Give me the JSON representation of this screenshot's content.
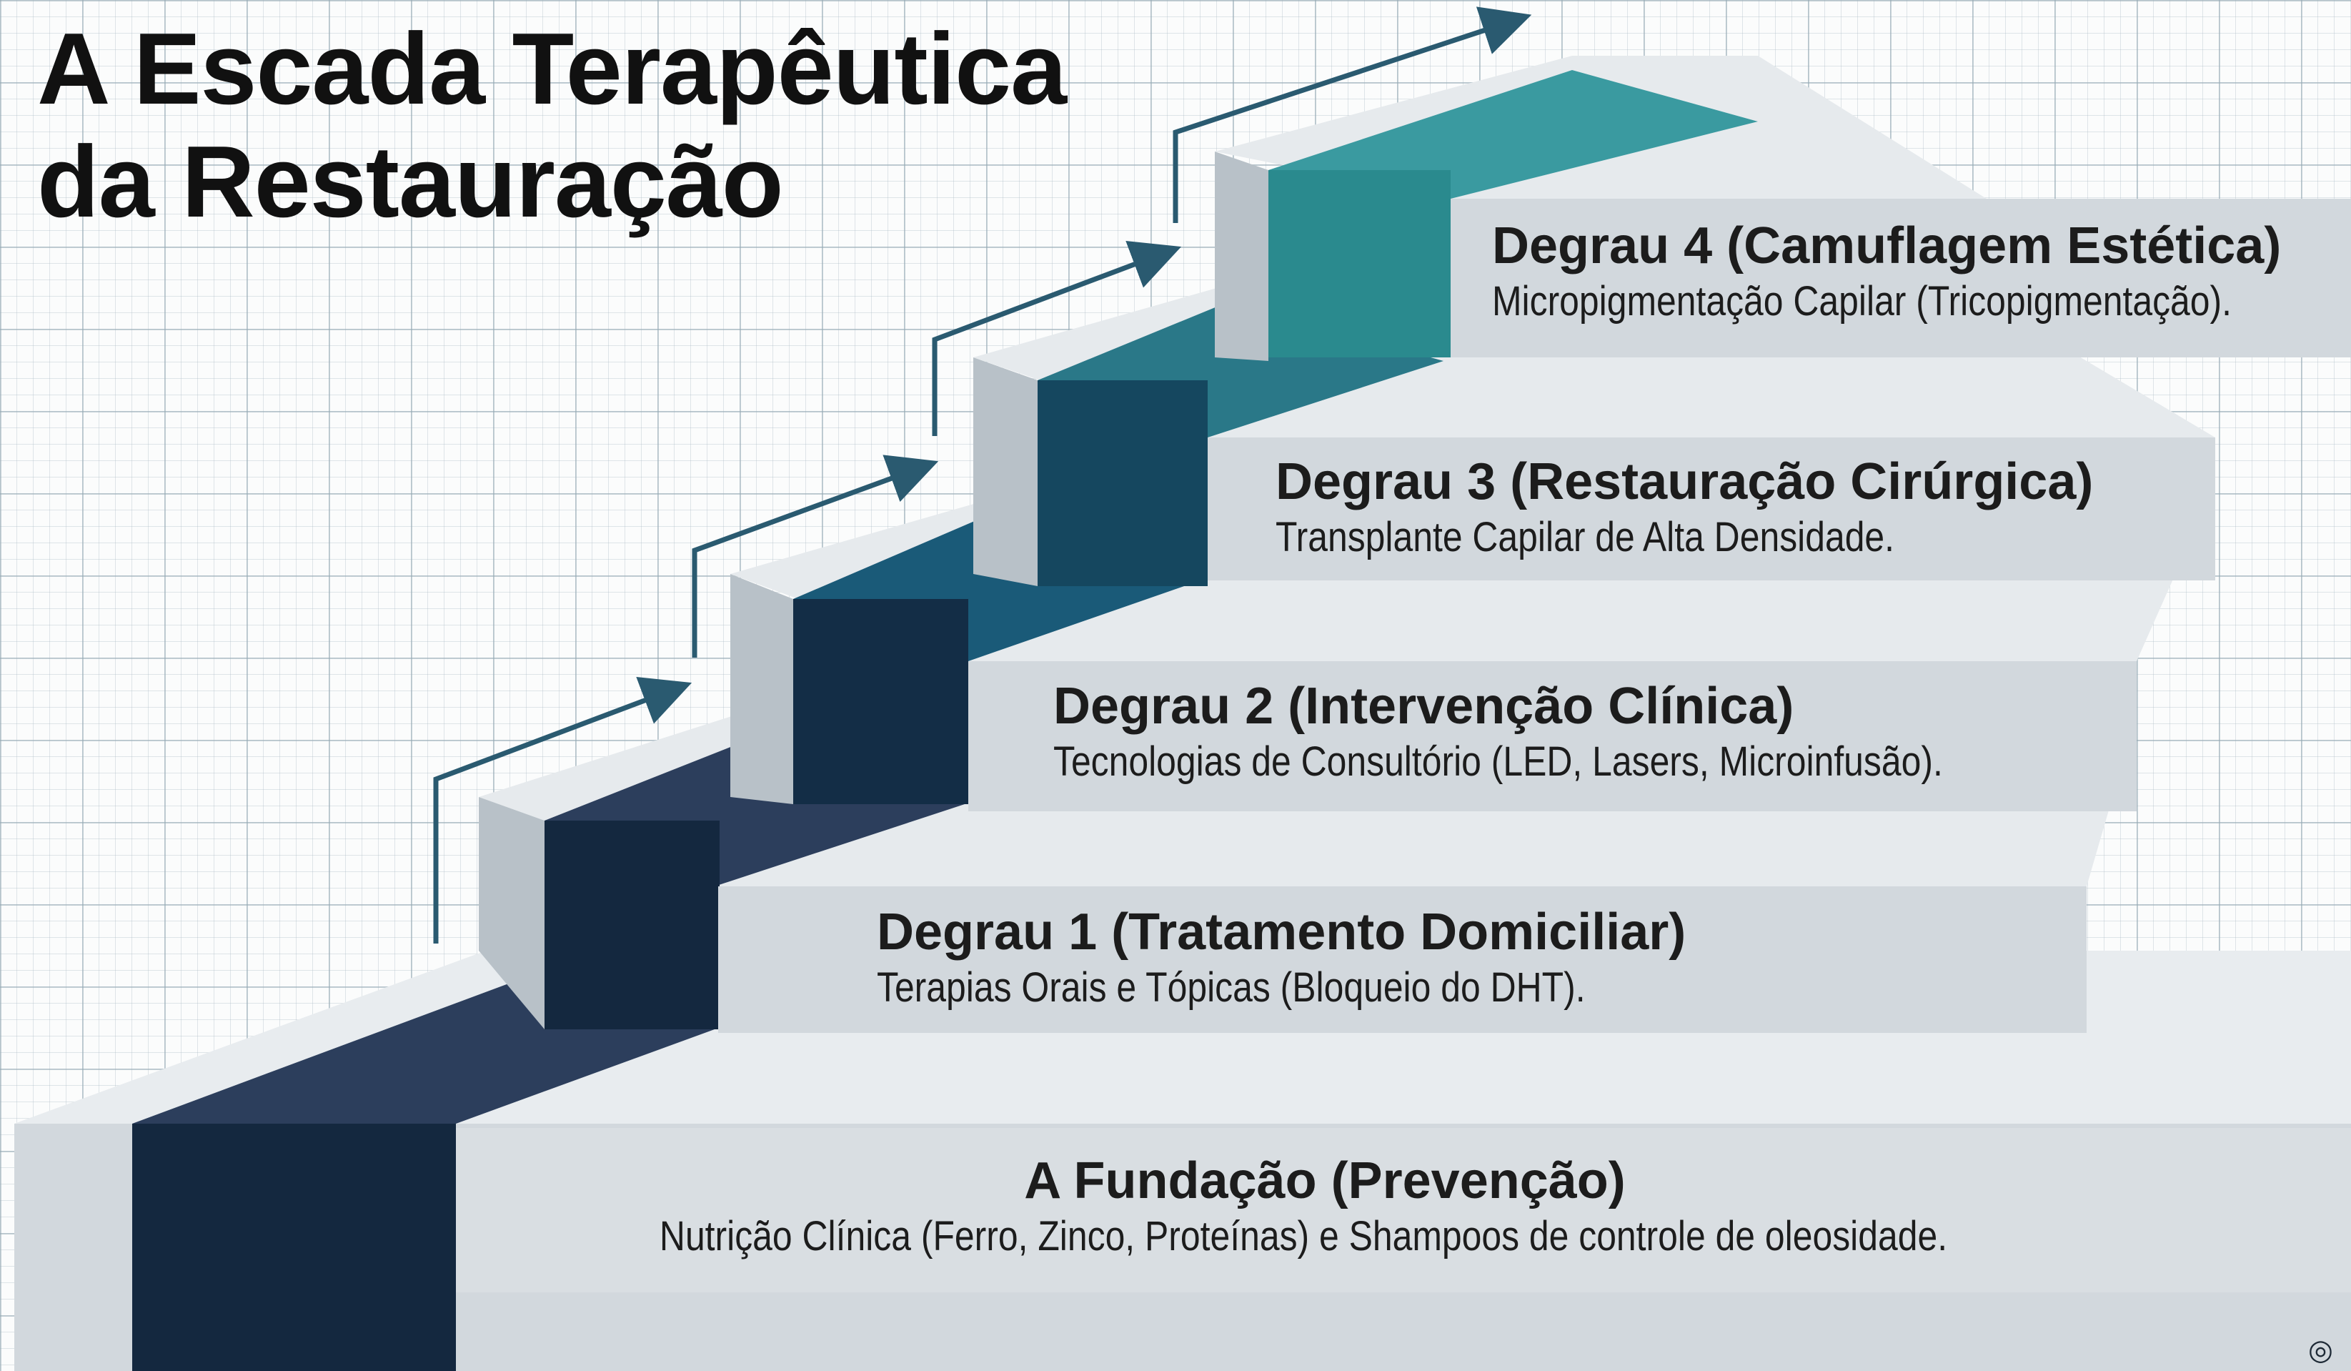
{
  "title": {
    "line1": "A Escada Terapêutica",
    "line2": "da Restauração"
  },
  "steps": [
    {
      "heading": "A Fundação (Prevenção)",
      "description": "Nutrição Clínica (Ferro, Zinco, Proteínas) e Shampoos de controle de oleosidade.",
      "color": "#14283f"
    },
    {
      "heading": "Degrau 1 (Tratamento Domiciliar)",
      "description": "Terapias Orais e Tópicas (Bloqueio do DHT).",
      "color": "#14283f"
    },
    {
      "heading": "Degrau 2 (Intervenção Clínica)",
      "description": "Tecnologias de Consultório (LED, Lasers, Microinfusão).",
      "color": "#133550"
    },
    {
      "heading": "Degrau 3 (Restauração Cirúrgica)",
      "description": "Transplante Capilar de Alta Densidade.",
      "color": "#15475f"
    },
    {
      "heading": "Degrau 4 (Camuflagem Estética)",
      "description": "Micropigmentação Capilar (Tricopigmentação).",
      "color": "#2a8a8e"
    }
  ],
  "colors": {
    "slab_face": "#d2d8dd",
    "slab_top": "#e8ecef",
    "arrow": "#2a5a70"
  }
}
